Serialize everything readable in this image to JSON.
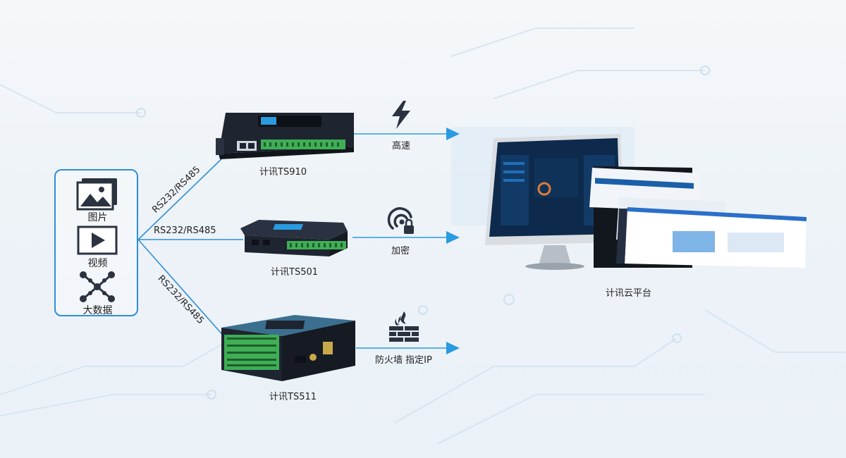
{
  "sources": {
    "items": [
      {
        "label": "图片",
        "icon": "image-icon"
      },
      {
        "label": "视频",
        "icon": "video-play-icon"
      },
      {
        "label": "大数据",
        "icon": "big-data-network-icon"
      }
    ]
  },
  "links": {
    "top": "RS232/RS485",
    "middle": "RS232/RS485",
    "bottom": "RS232/RS485"
  },
  "devices": [
    {
      "name": "计讯TS910"
    },
    {
      "name": "计讯TS501"
    },
    {
      "name": "计讯TS511"
    }
  ],
  "features": [
    {
      "label": "高速",
      "icon": "lightning-icon"
    },
    {
      "label": "加密",
      "icon": "encrypted-signal-lock-icon"
    },
    {
      "label": "防火墙 指定IP",
      "icon": "firewall-icon"
    }
  ],
  "cloud": {
    "label": "计讯云平台"
  },
  "colors": {
    "accent": "#2f8fd8",
    "arrow": "#2a9be0",
    "device_dark": "#1e2430",
    "terminal_green": "#3fae55"
  }
}
